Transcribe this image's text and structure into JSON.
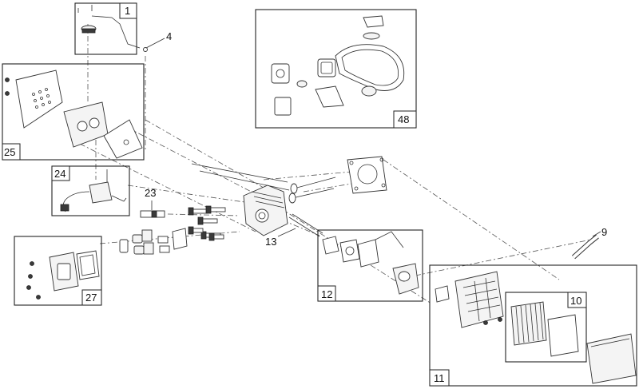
{
  "diagram": {
    "callouts": {
      "c1": "1",
      "c4": "4",
      "c48": "48",
      "c25": "25",
      "c24": "24",
      "c23": "23",
      "c13": "13",
      "c27": "27",
      "c12": "12",
      "c9": "9",
      "c10": "10",
      "c11": "11"
    }
  }
}
